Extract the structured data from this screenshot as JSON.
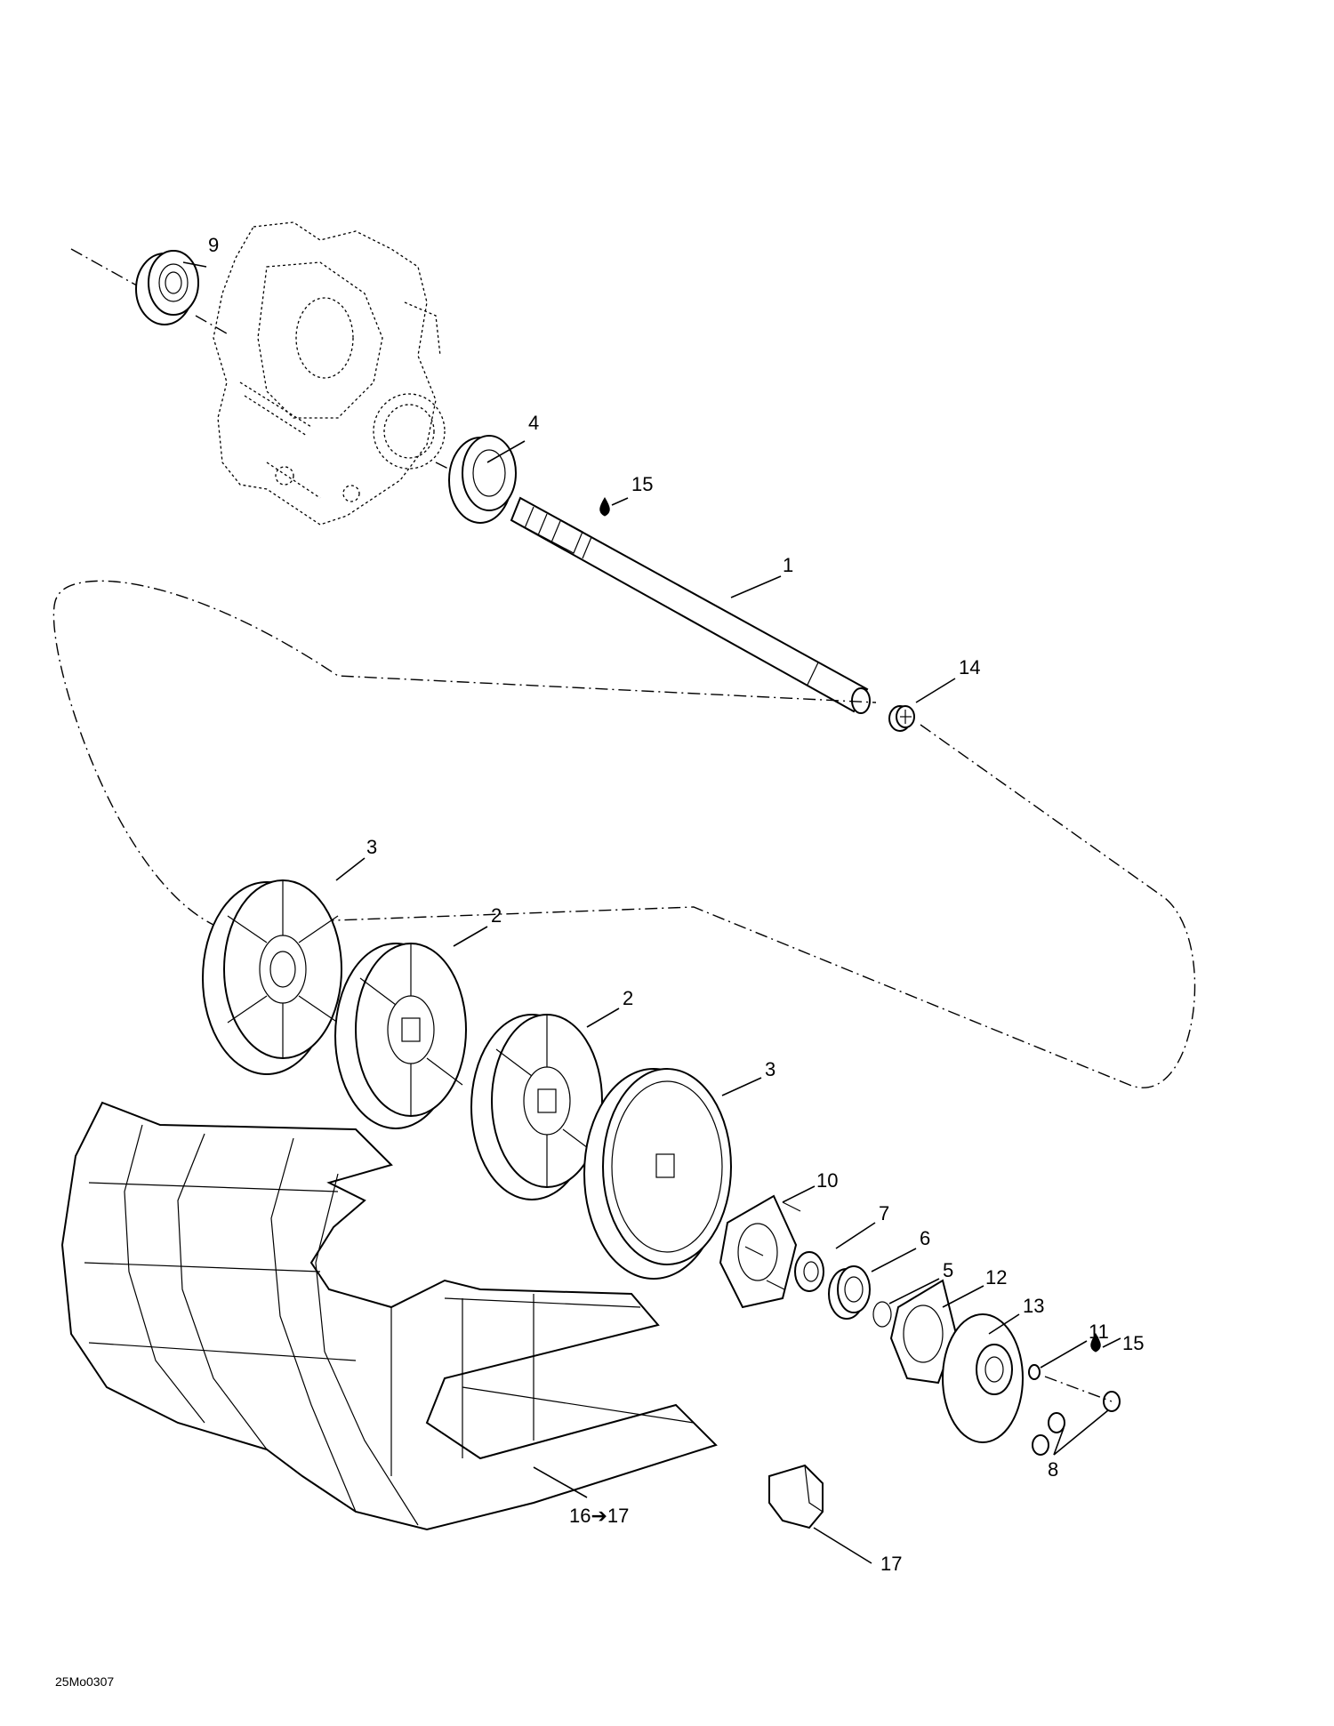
{
  "callouts": {
    "c1": "1",
    "c2a": "2",
    "c2b": "2",
    "c3a": "3",
    "c3b": "3",
    "c4": "4",
    "c5": "5",
    "c6": "6",
    "c7": "7",
    "c8": "8",
    "c9": "9",
    "c10": "10",
    "c11": "11",
    "c12": "12",
    "c13": "13",
    "c14": "14",
    "c15a": "15",
    "c15b": "15",
    "c16": "16➔17",
    "c17": "17"
  },
  "drawing_code": "25Mo0307"
}
